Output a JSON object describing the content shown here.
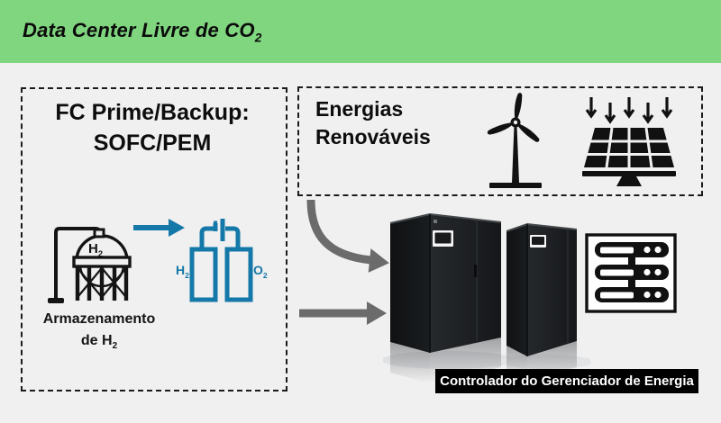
{
  "header": {
    "title": "Data Center Livre de CO",
    "title_subscript": "2",
    "bg_color": "#80D57F"
  },
  "fc_box": {
    "title_line1": "FC Prime/Backup:",
    "title_line2": "SOFC/PEM",
    "tank_icon": "hydrogen-storage-tank",
    "tank_label": "H",
    "tank_label_subscript": "2",
    "caption_line1": "Armazenamento",
    "caption_line2": "de H",
    "caption_line2_subscript": "2",
    "cylinders_icon": "electrolyzer-cylinders",
    "cylinder_left_label": "H",
    "cylinder_left_subscript": "2",
    "cylinder_right_label": "O",
    "cylinder_right_subscript": "2",
    "accent_blue": "#1478A8"
  },
  "renewables_box": {
    "title_line1": "Energias",
    "title_line2": "Renováveis",
    "icons": [
      "wind-turbine",
      "solar-panel"
    ]
  },
  "equipment": {
    "cabinets_icon": "ups-cabinets",
    "rack_icon": "server-rack"
  },
  "controller": {
    "label": "Controlador do Gerenciador de Energia",
    "bg": "#000000",
    "fg": "#FFFFFF"
  },
  "colors": {
    "background": "#F0F0F0",
    "header_green": "#80D57F",
    "accent_blue": "#1478A8",
    "arrow_gray": "#6B6B6B",
    "ink_black": "#111111"
  }
}
